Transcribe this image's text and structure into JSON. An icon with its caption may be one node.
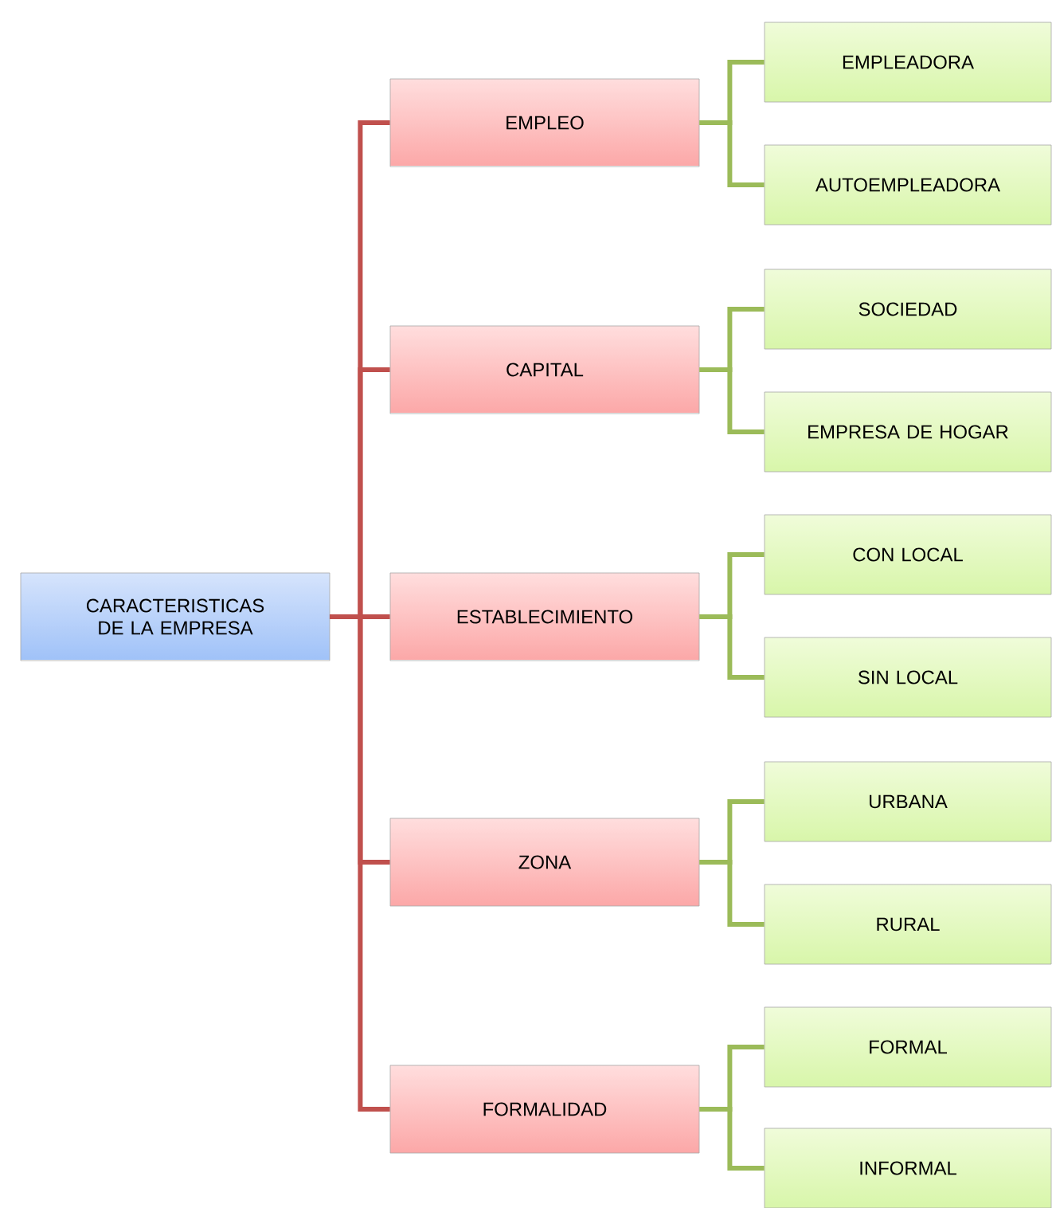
{
  "diagram": {
    "nodes": [
      {
        "text": [
          "CARACTERISTICAS DE LA EMPRESA"
        ]
      },
      {
        "text": [
          "EMPLEO"
        ]
      },
      {
        "text": [
          "EMPLEADORA"
        ]
      },
      {
        "text": [
          "AUTOEMPLEADORA"
        ]
      },
      {
        "text": [
          "CAPITAL"
        ]
      },
      {
        "text": [
          "SOCIEDAD"
        ]
      },
      {
        "text": [
          "EMPRESA DE HOGAR"
        ]
      },
      {
        "text": [
          "ESTABLECIMIENTO"
        ]
      },
      {
        "text": [
          "CON LOCAL"
        ]
      },
      {
        "text": [
          "SIN LOCAL"
        ]
      },
      {
        "text": [
          "ZONA"
        ]
      },
      {
        "text": [
          "URBANA"
        ]
      },
      {
        "text": [
          "RURAL"
        ]
      },
      {
        "text": [
          "FORMALIDAD"
        ]
      },
      {
        "text": [
          "FORMAL"
        ]
      },
      {
        "text": [
          "INFORMAL"
        ]
      }
    ],
    "edges": [
      {
        "from": 0,
        "to": 1,
        "arrow": "none",
        "color": "#c0504d"
      },
      {
        "from": 0,
        "to": 4,
        "arrow": "none",
        "color": "#c0504d"
      },
      {
        "from": 0,
        "to": 7,
        "arrow": "none",
        "color": "#c0504d"
      },
      {
        "from": 0,
        "to": 10,
        "arrow": "none",
        "color": "#c0504d"
      },
      {
        "from": 0,
        "to": 13,
        "arrow": "none",
        "color": "#c0504d"
      },
      {
        "from": 1,
        "to": 2,
        "arrow": "none"
      },
      {
        "from": 1,
        "to": 3,
        "arrow": "none"
      },
      {
        "from": 4,
        "to": 5,
        "arrow": "none"
      },
      {
        "from": 4,
        "to": 6,
        "arrow": "none"
      },
      {
        "from": 7,
        "to": 8,
        "arrow": "none"
      },
      {
        "from": 7,
        "to": 9,
        "arrow": "none"
      },
      {
        "from": 10,
        "to": 11,
        "arrow": "none"
      },
      {
        "from": 10,
        "to": 12,
        "arrow": "none"
      },
      {
        "from": 13,
        "to": 14,
        "arrow": "none"
      },
      {
        "from": 13,
        "to": 15,
        "arrow": "none"
      }
    ]
  }
}
